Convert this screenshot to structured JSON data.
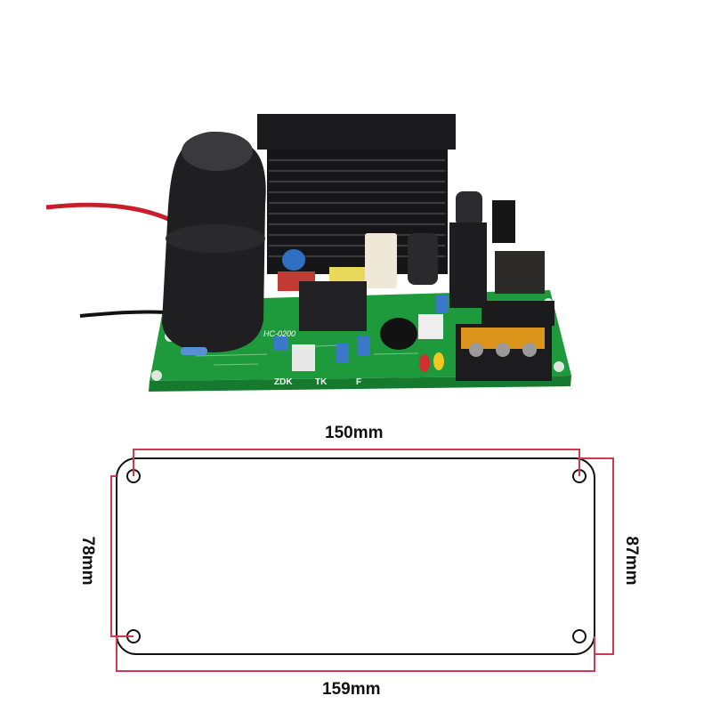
{
  "board": {
    "model_silk": "HC-0200",
    "silk_zdk": "ZDK",
    "silk_tk": "TK",
    "silk_f": "F"
  },
  "dimensions": {
    "top_width": "150mm",
    "bottom_width": "159mm",
    "left_height": "78mm",
    "right_height": "87mm"
  },
  "colors": {
    "pcb": "#1e9a3c",
    "heatsink": "#1b1b1e",
    "dimension_line": "#d0384e",
    "outline": "#111111"
  }
}
